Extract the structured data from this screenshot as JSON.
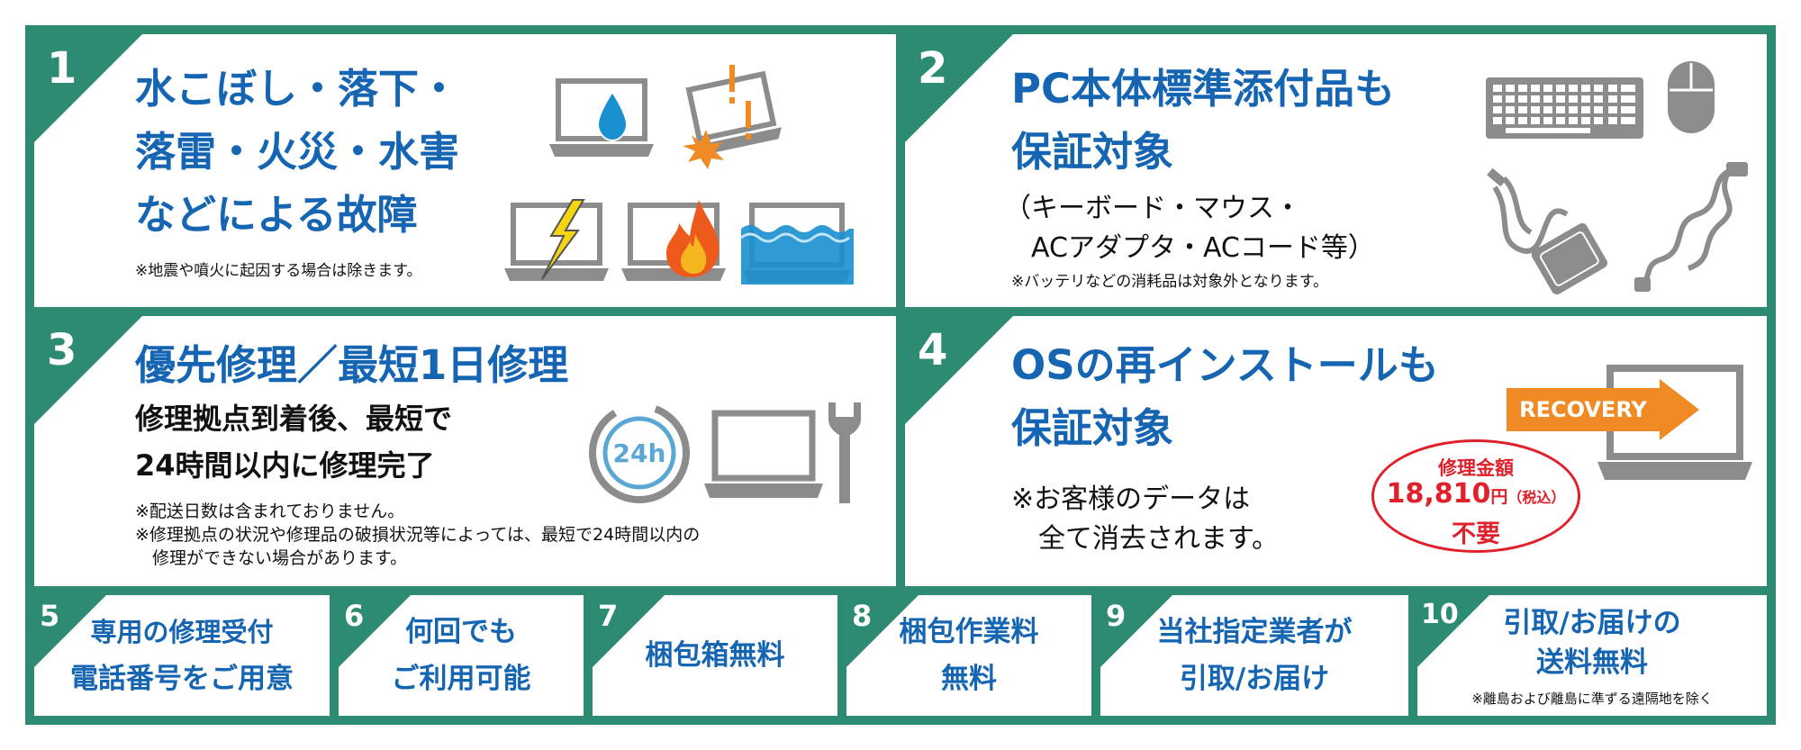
{
  "panels": {
    "p1": {
      "number": "1",
      "title_lines": [
        "水こぼし・落下・",
        "落雷・火災・水害",
        "などによる故障"
      ],
      "note": "※地震や噴火に起因する場合は除きます。",
      "icons": [
        "laptop-water-drop-icon",
        "laptop-drop-impact-icon",
        "laptop-lightning-icon",
        "laptop-fire-icon",
        "laptop-flood-icon"
      ]
    },
    "p2": {
      "number": "2",
      "title_lines": [
        "PC本体標準添付品も",
        "保証対象"
      ],
      "detail_lines": [
        "（キーボード・マウス・",
        "　ACアダプタ・ACコード等）"
      ],
      "note": "※バッテリなどの消耗品は対象外となります。",
      "icons": [
        "keyboard-icon",
        "mouse-icon",
        "ac-adapter-icon",
        "ac-cord-icon"
      ]
    },
    "p3": {
      "number": "3",
      "title": "優先修理／最短1日修理",
      "sub_lines": [
        "修理拠点到着後、最短で",
        "24時間以内に修理完了"
      ],
      "notes": [
        "※配送日数は含まれておりません。",
        "※修理拠点の状況や修理品の破損状況等によっては、最短で24時間以内の",
        "　修理ができない場合があります。"
      ],
      "clock_label": "24h",
      "icons": [
        "clock-24h-icon",
        "laptop-icon",
        "wrench-icon"
      ]
    },
    "p4": {
      "number": "4",
      "title_lines": [
        "OSの再インストールも",
        "保証対象"
      ],
      "detail_lines": [
        "※お客様のデータは",
        "　全て消去されます。"
      ],
      "recovery_label": "RECOVERY",
      "badge": {
        "line1": "修理金額",
        "amount": "18,810",
        "unit": "円",
        "tax": "（税込）",
        "line3": "不要"
      },
      "icons": [
        "laptop-icon",
        "recovery-arrow-icon"
      ]
    },
    "p5": {
      "number": "5",
      "lines": [
        "専用の修理受付",
        "電話番号をご用意"
      ]
    },
    "p6": {
      "number": "6",
      "lines": [
        "何回でも",
        "ご利用可能"
      ]
    },
    "p7": {
      "number": "7",
      "lines": [
        "梱包箱無料"
      ]
    },
    "p8": {
      "number": "8",
      "lines": [
        "梱包作業料",
        "無料"
      ]
    },
    "p9": {
      "number": "9",
      "lines": [
        "当社指定業者が",
        "引取/お届け"
      ]
    },
    "p10": {
      "number": "10",
      "lines": [
        "引取/お届けの",
        "送料無料"
      ],
      "note": "※離島および離島に準ずる遠隔地を除く"
    }
  },
  "colors": {
    "frame": "#2e8b73",
    "title": "#1565b3",
    "icon_gray": "#8c8c8c",
    "badge_red": "#e0202a",
    "recovery_orange": "#f08a24",
    "water_blue": "#1a8fd0"
  }
}
